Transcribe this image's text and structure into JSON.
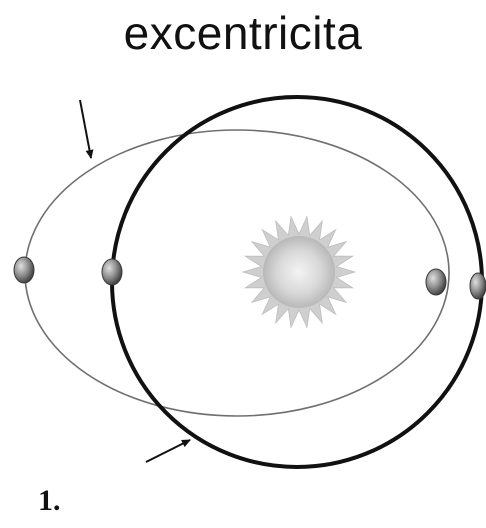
{
  "title": "excentricita",
  "figure_number": "1.",
  "colors": {
    "ellipse_stroke": "#6a6a6a",
    "circle_stroke": "#111111",
    "planet_fill": "#8a8a8a",
    "sun_fill": "#d6d6d6"
  },
  "elements": {
    "ellipse_orbit": "eccentric-orbit",
    "circle_orbit": "circular-orbit",
    "sun": "sun",
    "planets": [
      "planet-ellipse-left",
      "planet-circle-left",
      "planet-ellipse-right",
      "planet-circle-right"
    ],
    "arrows": [
      "arrow-to-ellipse",
      "arrow-to-circle"
    ]
  }
}
